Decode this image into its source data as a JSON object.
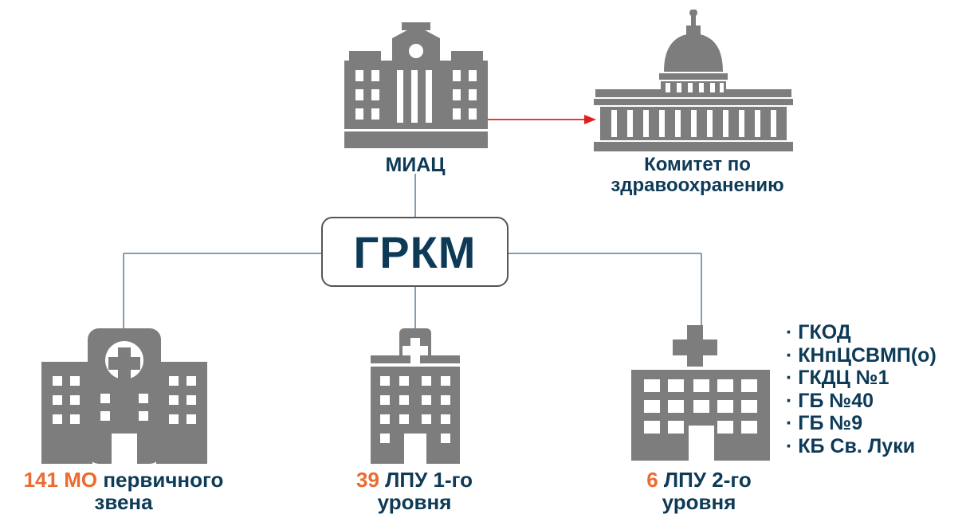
{
  "colors": {
    "icon": "#7d7d7d",
    "text": "#0d3a57",
    "accent": "#ec6b30",
    "arrow": "#e02020",
    "line": "#5b7f95"
  },
  "top": {
    "miac_label": "МИАЦ",
    "committee_label_line1": "Комитет по",
    "committee_label_line2": "здравоохранению"
  },
  "hub": {
    "label": "ГРКМ"
  },
  "bottom": [
    {
      "number": "141 МО",
      "text": " первичного",
      "line2": "звена"
    },
    {
      "number": "39",
      "text": " ЛПУ 1-го",
      "line2": "уровня"
    },
    {
      "number": "6",
      "text": " ЛПУ 2-го",
      "line2": "уровня"
    }
  ],
  "list": [
    "ГКОД",
    "КНпЦСВМП(о)",
    "ГКДЦ №1",
    "ГБ №40",
    "ГБ №9",
    "КБ Св. Луки"
  ],
  "icons": [
    "government-building-icon",
    "capitol-dome-icon",
    "hospital-icon",
    "hospital-icon",
    "hospital-icon"
  ]
}
